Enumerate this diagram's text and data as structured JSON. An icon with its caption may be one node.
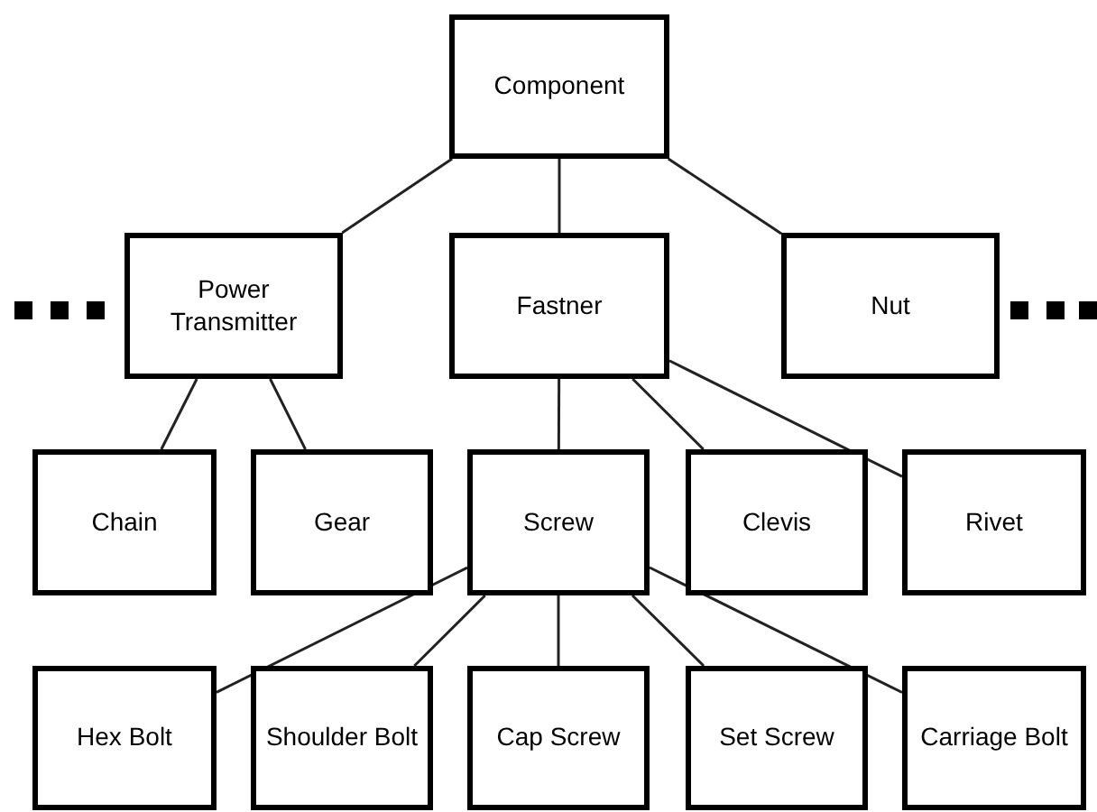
{
  "diagram": {
    "nodes": [
      {
        "text": [
          "Component"
        ]
      },
      {
        "text": [
          "Power Transmitter"
        ]
      },
      {
        "text": [
          "Fastner"
        ]
      },
      {
        "text": [
          "Nut"
        ]
      },
      {
        "text": [
          "Chain"
        ]
      },
      {
        "text": [
          "Gear"
        ]
      },
      {
        "text": [
          "Screw"
        ]
      },
      {
        "text": [
          "Clevis"
        ]
      },
      {
        "text": [
          "Rivet"
        ]
      },
      {
        "text": [
          "Hex Bolt"
        ]
      },
      {
        "text": [
          "Shoulder Bolt"
        ]
      },
      {
        "text": [
          "Cap Screw"
        ]
      },
      {
        "text": [
          "Set Screw"
        ]
      },
      {
        "text": [
          "Carriage Bolt"
        ]
      }
    ],
    "edges": [
      {
        "from": 0,
        "to": 1,
        "arrow": "none"
      },
      {
        "from": 0,
        "to": 2,
        "arrow": "none"
      },
      {
        "from": 0,
        "to": 3,
        "arrow": "none"
      },
      {
        "from": 1,
        "to": 4,
        "arrow": "none"
      },
      {
        "from": 1,
        "to": 5,
        "arrow": "none"
      },
      {
        "from": 2,
        "to": 6,
        "arrow": "none"
      },
      {
        "from": 2,
        "to": 7,
        "arrow": "none"
      },
      {
        "from": 2,
        "to": 8,
        "arrow": "none"
      },
      {
        "from": 6,
        "to": 9,
        "arrow": "none"
      },
      {
        "from": 6,
        "to": 10,
        "arrow": "none"
      },
      {
        "from": 6,
        "to": 11,
        "arrow": "none"
      },
      {
        "from": 6,
        "to": 12,
        "arrow": "none"
      },
      {
        "from": 6,
        "to": 13,
        "arrow": "none"
      }
    ]
  }
}
